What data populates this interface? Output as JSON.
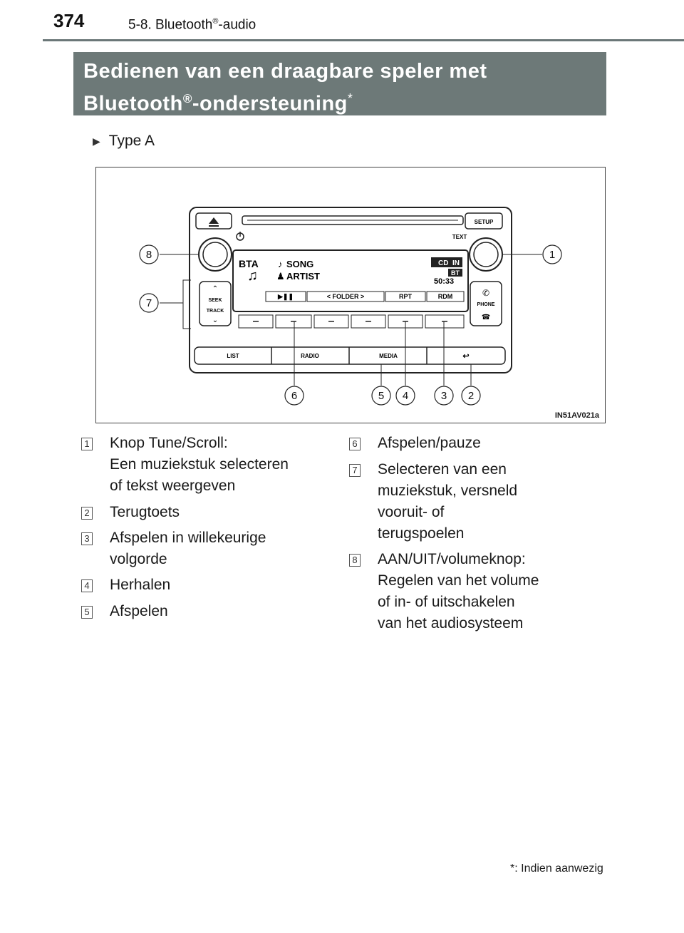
{
  "header": {
    "page_number": "374",
    "section_prefix": "5-8. Bluetooth",
    "section_reg": "®",
    "section_suffix": "-audio"
  },
  "banner": {
    "line1": "Bedienen van een draagbare speler met",
    "line2_prefix": "Bluetooth",
    "line2_reg": "®",
    "line2_suffix": "-ondersteuning",
    "asterisk": "*"
  },
  "type_label": "Type A",
  "figure": {
    "code": "IN51AV021a",
    "display": {
      "bta": "BTA",
      "song": "SONG",
      "artist": "ARTIST",
      "cd": "CD",
      "in": "IN",
      "bt": "BT",
      "time": "50:33"
    },
    "softkeys": [
      "▶❚❚",
      "<  FOLDER  >",
      "RPT",
      "RDM"
    ],
    "buttons": {
      "text": "TEXT",
      "setup": "SETUP",
      "seek": "SEEK",
      "track": "TRACK",
      "phone": "PHONE",
      "list": "LIST",
      "radio": "RADIO",
      "media": "MEDIA"
    },
    "callouts": [
      "1",
      "2",
      "3",
      "4",
      "5",
      "6",
      "7",
      "8"
    ]
  },
  "legend_left": [
    {
      "num": "1",
      "text": "Knop Tune/Scroll:\nEen muziekstuk selecteren\nof tekst weergeven"
    },
    {
      "num": "2",
      "text": "Terugtoets"
    },
    {
      "num": "3",
      "text": "Afspelen in willekeurige\nvolgorde"
    },
    {
      "num": "4",
      "text": "Herhalen"
    },
    {
      "num": "5",
      "text": "Afspelen"
    }
  ],
  "legend_right": [
    {
      "num": "6",
      "text": "Afspelen/pauze"
    },
    {
      "num": "7",
      "text": "Selecteren van een\nmuziekstuk, versneld\nvooruit- of\nterugspoelen"
    },
    {
      "num": "8",
      "text": "AAN/UIT/volumeknop:\nRegelen van het volume\nof in- of uitschakelen\nvan het audiosysteem"
    }
  ],
  "footnote": {
    "star": "*",
    "text": ": Indien aanwezig"
  }
}
